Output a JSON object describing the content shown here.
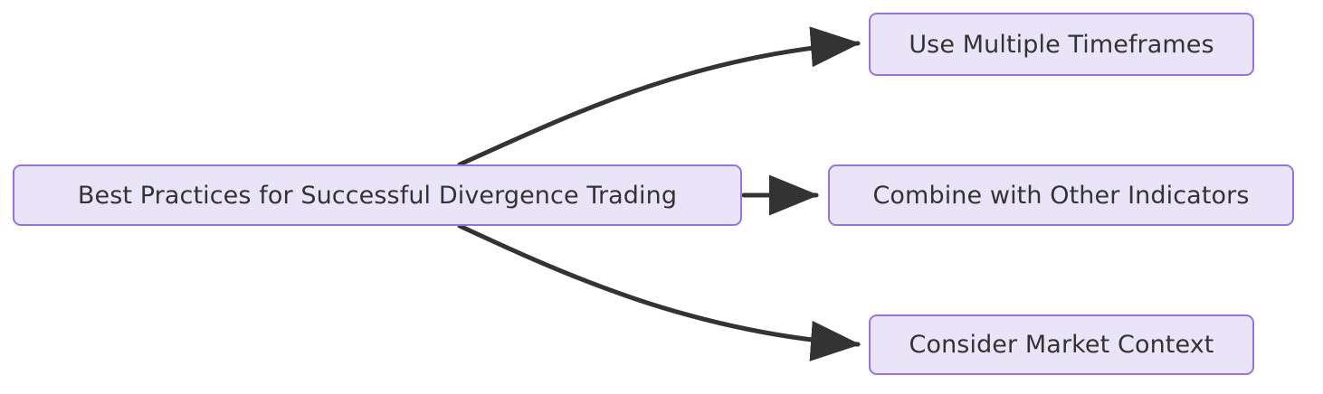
{
  "diagram": {
    "type": "flowchart",
    "direction": "left-to-right",
    "background_color": "#ffffff",
    "node_fill_color": "#e9e4f8",
    "node_border_color": "#9673e0",
    "node_text_color": "#333333",
    "edge_color": "#333333",
    "nodes": [
      {
        "id": "root",
        "label": "Best Practices for Successful Divergence Trading",
        "role": "root"
      },
      {
        "id": "timeframes",
        "label": "Use Multiple Timeframes",
        "role": "leaf"
      },
      {
        "id": "indicators",
        "label": "Combine with Other Indicators",
        "role": "leaf"
      },
      {
        "id": "context",
        "label": "Consider Market Context",
        "role": "leaf"
      }
    ],
    "edges": [
      {
        "from": "root",
        "to": "timeframes",
        "label": "",
        "style": "curved-arrow"
      },
      {
        "from": "root",
        "to": "indicators",
        "label": "",
        "style": "straight-arrow"
      },
      {
        "from": "root",
        "to": "context",
        "label": "",
        "style": "curved-arrow"
      }
    ]
  }
}
